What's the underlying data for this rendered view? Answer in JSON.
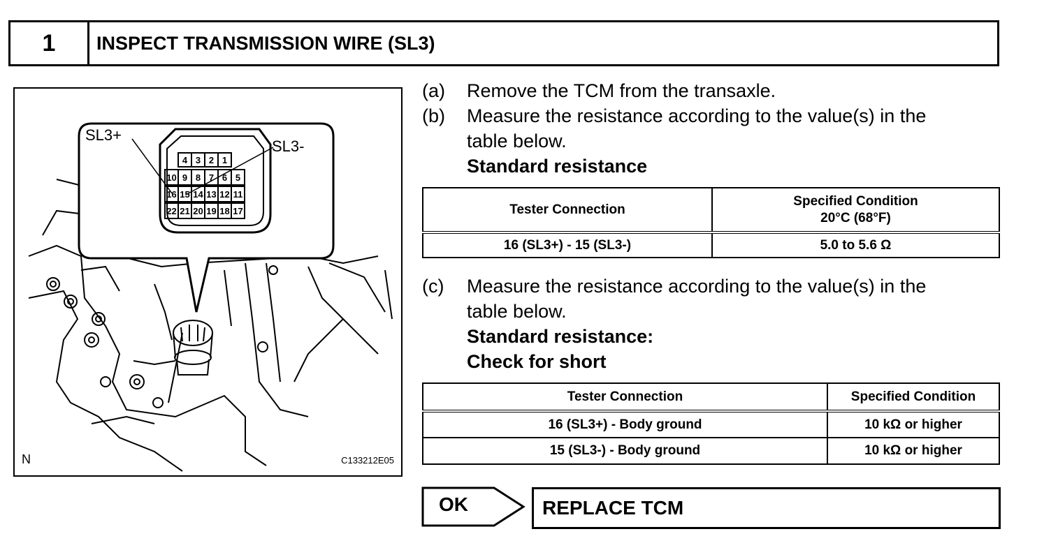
{
  "header": {
    "number": "1",
    "title": "INSPECT TRANSMISSION WIRE (SL3)"
  },
  "figure": {
    "label_plus": "SL3+",
    "label_minus": "SL3-",
    "corner_left": "N",
    "code": "C133212E05",
    "pins_row1": [
      "4",
      "3",
      "2",
      "1"
    ],
    "pins_row2": [
      "10",
      "9",
      "8",
      "7",
      "6",
      "5"
    ],
    "pins_row3": [
      "16",
      "15",
      "14",
      "13",
      "12",
      "11"
    ],
    "pins_row4": [
      "22",
      "21",
      "20",
      "19",
      "18",
      "17"
    ]
  },
  "steps": {
    "a": {
      "marker": "(a)",
      "text": "Remove the TCM from the transaxle."
    },
    "b": {
      "marker": "(b)",
      "line1": "Measure the resistance according to the value(s) in the",
      "line2": "table below.",
      "line3": "Standard resistance"
    },
    "c": {
      "marker": "(c)",
      "line1": "Measure the resistance according to the value(s) in the",
      "line2": "table below.",
      "line3": "Standard resistance:",
      "line4": "Check for short"
    }
  },
  "table1": {
    "headers": [
      "Tester Connection",
      "Specified Condition",
      "20°C (68°F)"
    ],
    "rows": [
      [
        "16 (SL3+) - 15 (SL3-)",
        "5.0 to 5.6 Ω"
      ]
    ]
  },
  "table2": {
    "headers": [
      "Tester Connection",
      "Specified Condition"
    ],
    "rows": [
      [
        "16 (SL3+) - Body ground",
        "10 kΩ or higher"
      ],
      [
        "15 (SL3-) - Body ground",
        "10 kΩ or higher"
      ]
    ]
  },
  "result": {
    "ok": "OK",
    "action": "REPLACE TCM"
  }
}
